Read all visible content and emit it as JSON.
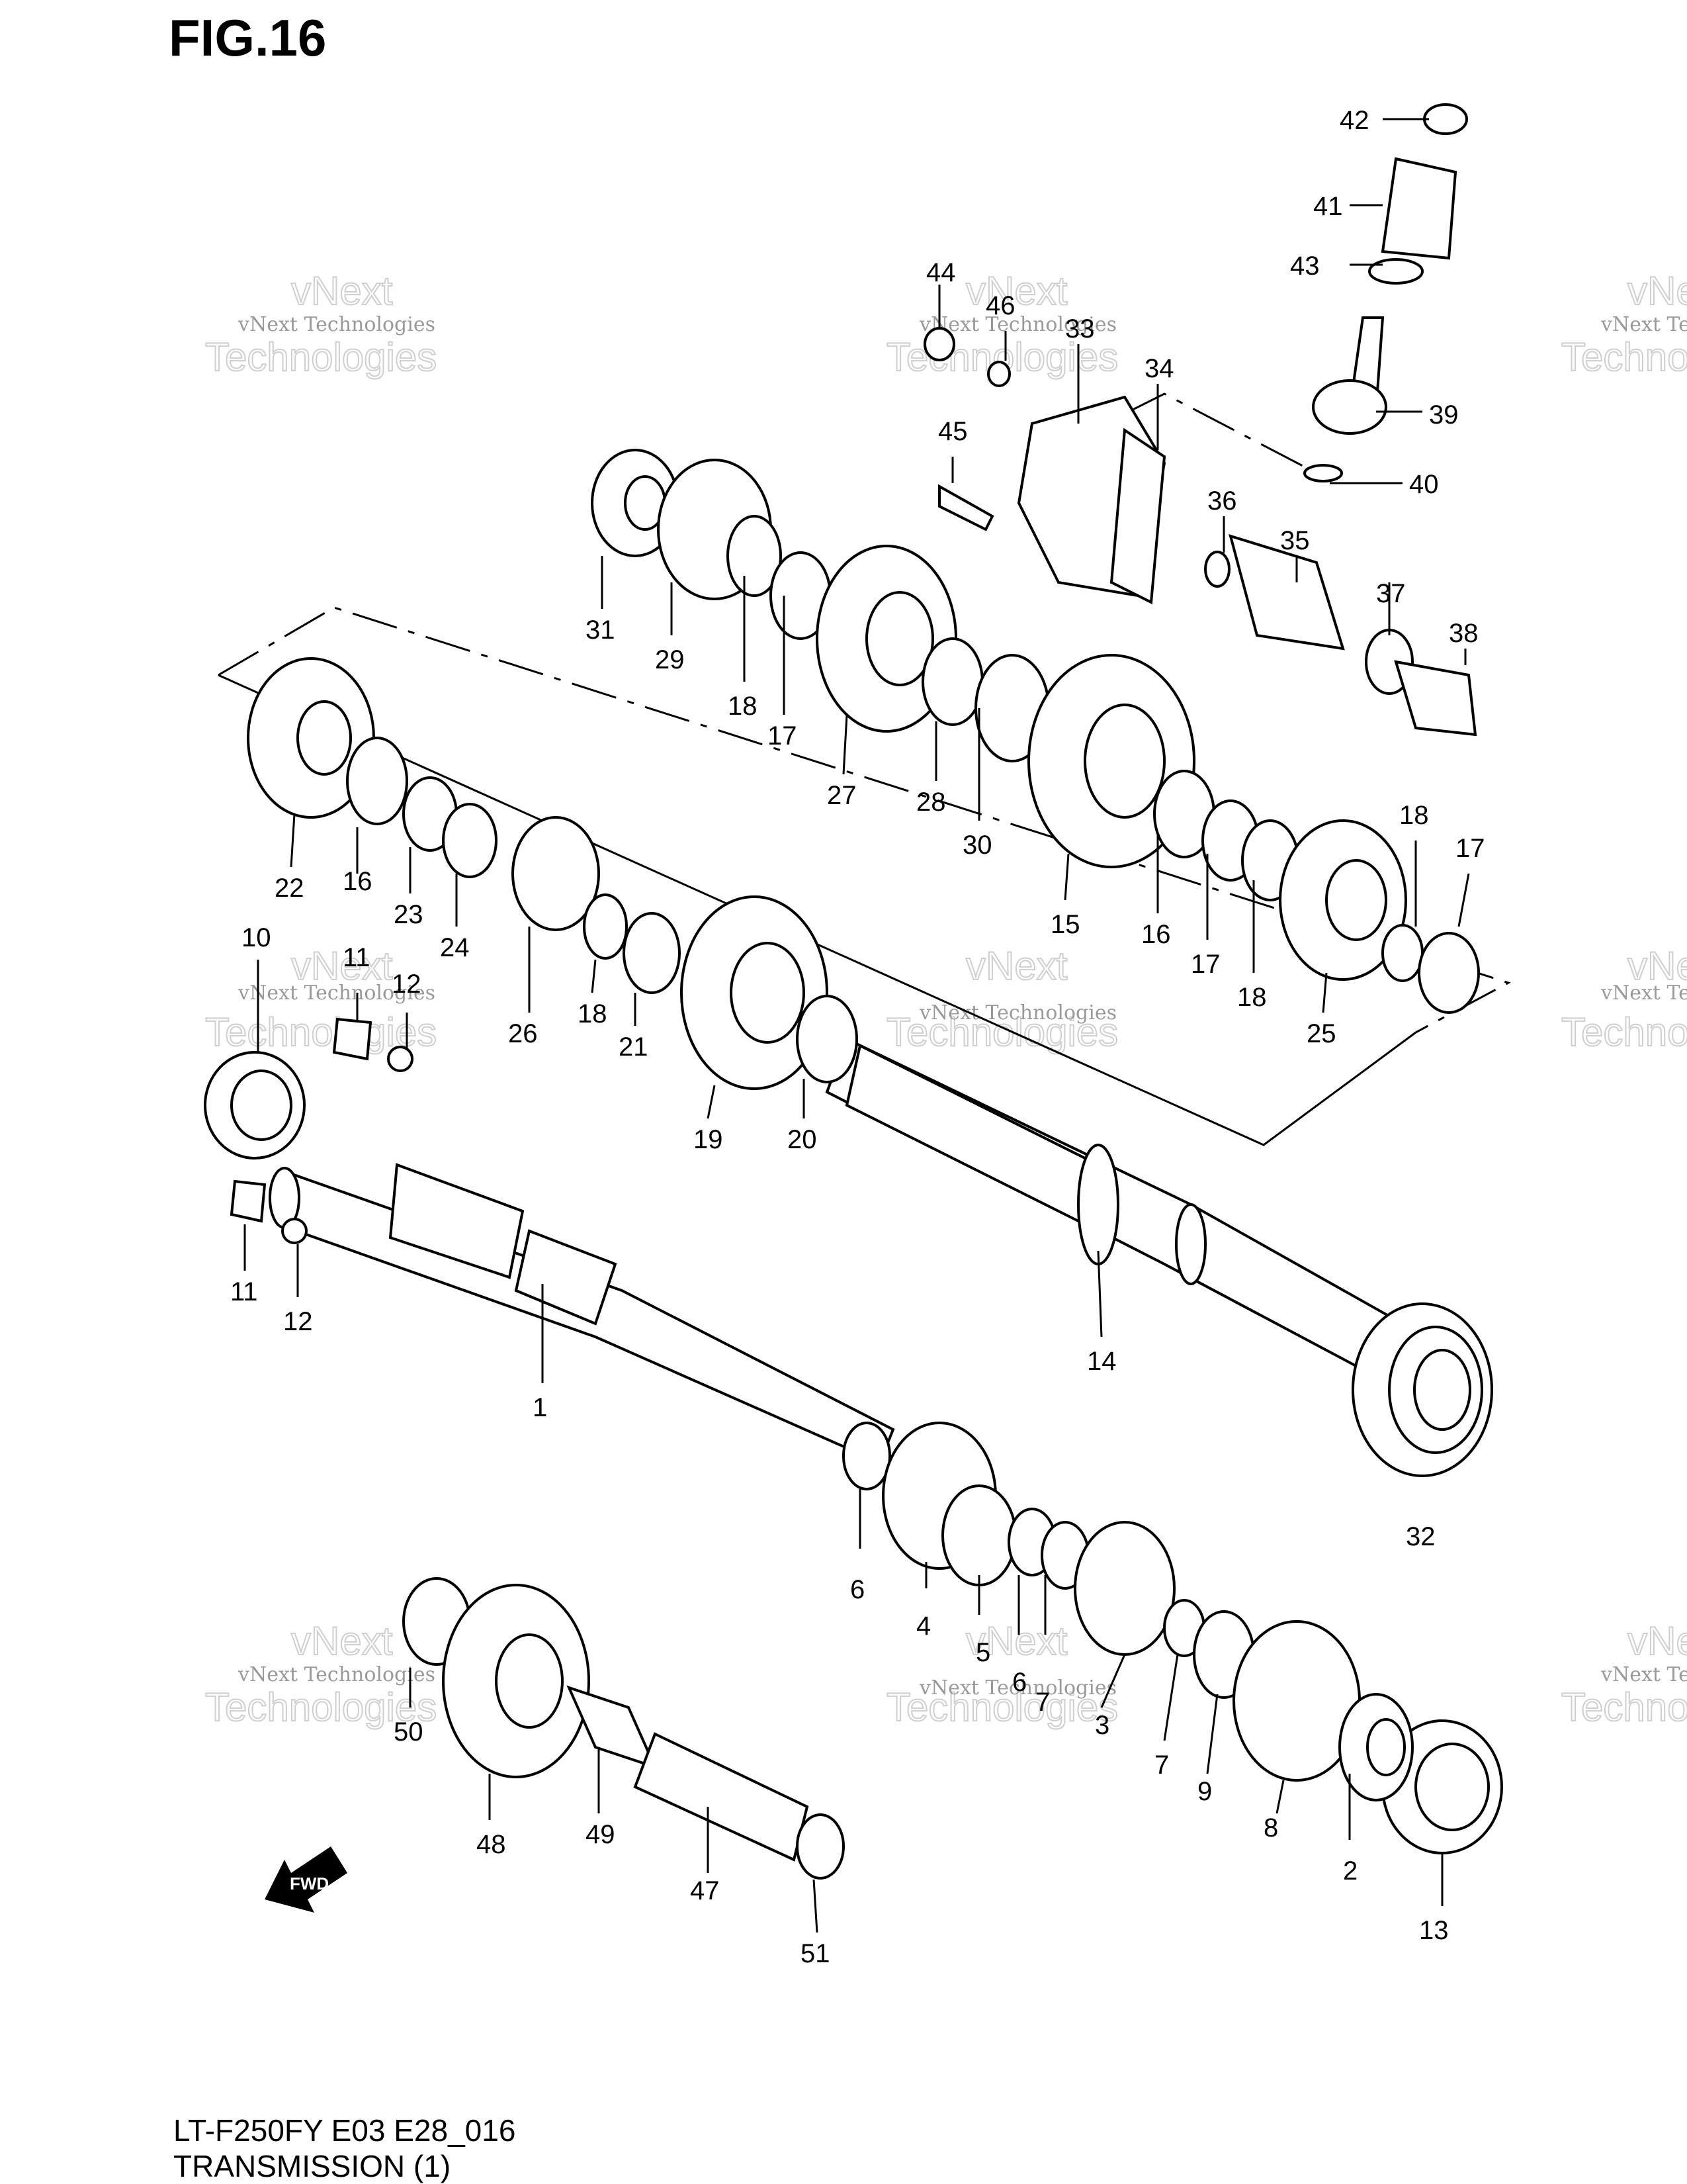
{
  "figure": {
    "title": "FIG.16",
    "model_code": "LT-F250FY E03 E28_016",
    "section": "TRANSMISSION (1)"
  },
  "watermark": {
    "line1": "vNext Technologies",
    "line2": "vNext",
    "line3": "Technologies"
  },
  "fwd_label": "FWD",
  "callouts": {
    "c1": "1",
    "c2": "2",
    "c3": "3",
    "c4": "4",
    "c5": "5",
    "c6a": "6",
    "c6b": "6",
    "c7a": "7",
    "c7b": "7",
    "c8": "8",
    "c9": "9",
    "c10": "10",
    "c11a": "11",
    "c11b": "11",
    "c12a": "12",
    "c12b": "12",
    "c13": "13",
    "c14": "14",
    "c15": "15",
    "c16a": "16",
    "c16b": "16",
    "c17a": "17",
    "c17b": "17",
    "c17c": "17",
    "c18a": "18",
    "c18b": "18",
    "c18c": "18",
    "c18d": "18",
    "c19": "19",
    "c20": "20",
    "c21": "21",
    "c22": "22",
    "c23": "23",
    "c24": "24",
    "c25": "25",
    "c26": "26",
    "c27": "27",
    "c28": "28",
    "c29": "29",
    "c30": "30",
    "c31": "31",
    "c32": "32",
    "c33": "33",
    "c34": "34",
    "c35": "35",
    "c36": "36",
    "c37": "37",
    "c38": "38",
    "c39": "39",
    "c40": "40",
    "c41": "41",
    "c42": "42",
    "c43": "43",
    "c44": "44",
    "c45": "45",
    "c46": "46",
    "c47": "47",
    "c48": "48",
    "c49": "49",
    "c50": "50",
    "c51": "51"
  }
}
